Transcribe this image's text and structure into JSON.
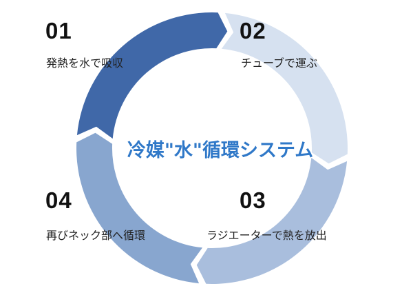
{
  "title": "冷媒\"水\"循環システム",
  "steps": [
    {
      "number": "01",
      "label": "発熱を水で吸収",
      "color": "#4068a8"
    },
    {
      "number": "02",
      "label": "チューブで運ぶ",
      "color": "#d6e1f0"
    },
    {
      "number": "03",
      "label": "ラジエーターで熱を放出",
      "color": "#a9bedd"
    },
    {
      "number": "04",
      "label": "再びネック部へ循環",
      "color": "#88a6cf"
    }
  ]
}
